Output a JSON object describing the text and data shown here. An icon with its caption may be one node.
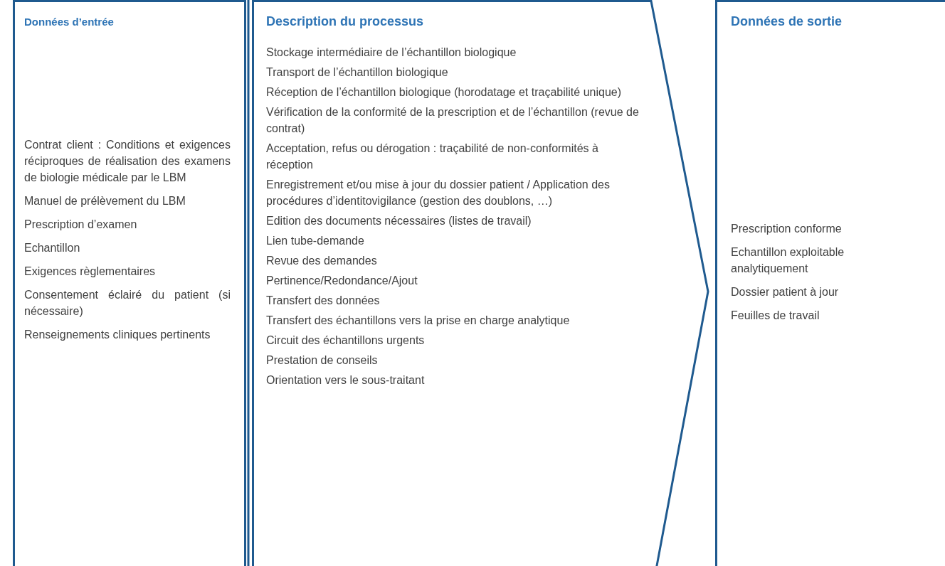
{
  "diagram": {
    "nodes": [
      {
        "text": [
          "Données d’entrée",
          "Contrat client : Conditions et exigences réciproques de réalisation des examens de biologie médicale par le LBM",
          "Manuel de prélèvement du LBM",
          "Prescription d’examen",
          "Echantillon",
          "Exigences règlementaires",
          "Consentement éclairé du patient (si nécessaire)",
          "Renseignements cliniques pertinents"
        ]
      },
      {
        "text": [
          "Description du processus",
          "Stockage intermédiaire de l’échantillon biologique",
          "Transport de l’échantillon biologique",
          "Réception de l’échantillon biologique (horodatage et traçabilité unique)",
          "Vérification de la conformité de la prescription et de l’échantillon (revue de contrat)",
          "Acceptation, refus ou dérogation : traçabilité de non-conformités à réception",
          "Enregistrement et/ou mise à jour du dossier patient / Application des procédures d’identitovigilance (gestion des doublons, …)",
          "Edition des documents nécessaires (listes de travail)",
          "Lien tube-demande",
          "Revue des demandes",
          "Pertinence/Redondance/Ajout",
          "Transfert des données",
          "Transfert des échantillons vers la prise en charge analytique",
          "Circuit des échantillons urgents",
          "Prestation de conseils",
          "Orientation vers le sous-traitant"
        ]
      },
      {
        "text": [
          "Données de sortie",
          "Prescription conforme",
          "Echantillon exploitable analytiquement",
          "Dossier patient à jour",
          "Feuilles de travail"
        ]
      }
    ]
  }
}
